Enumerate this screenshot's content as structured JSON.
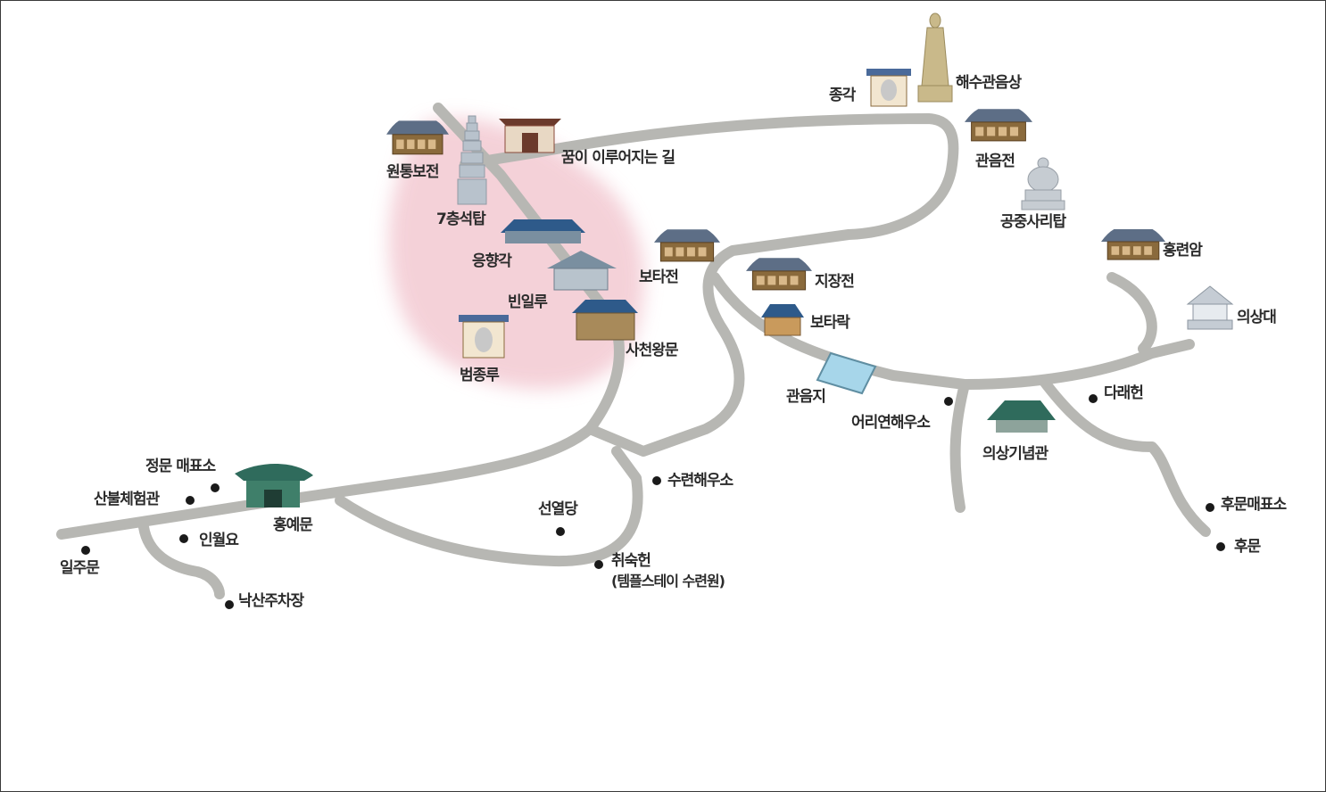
{
  "colors": {
    "road": "#b7b7b3",
    "garden": "#f3c9d2",
    "roof": "#5d6e86",
    "wall": "#8a6a3c",
    "gate_roof": "#2f6b5c",
    "pond": "#9fd3ea"
  },
  "places": {
    "haesu": "해수관음상",
    "jonggak": "종각",
    "wontong": "원통보전",
    "dream_road": "꿈이 이루어지는 길",
    "gwaneumjeon": "관음전",
    "seoktap7": "7층석탑",
    "gongjung": "공중사리탑",
    "eunghyang": "응향각",
    "bota_jeon": "보타전",
    "jijang": "지장전",
    "hongryeon": "홍련암",
    "binil": "빈일루",
    "uisangdae": "의상대",
    "botarak": "보타락",
    "sacheon": "사천왕문",
    "beomjong": "범종루",
    "gwaneumji": "관음지",
    "darae": "다래헌",
    "eori": "어리연해우소",
    "uisang_hall": "의상기념관",
    "jeongmun_ticket": "정문 매표소",
    "suryeon": "수련해우소",
    "sanbul": "산불체험관",
    "hongye": "홍예문",
    "seonyeol": "선열당",
    "humun_ticket": "후문매표소",
    "inwol": "인월요",
    "iljumun": "일주문",
    "hu_mun": "후문",
    "chwisuk": "취숙헌",
    "templestay": "(템플스테이 수련원)",
    "naksan_parking": "낙산주차장"
  }
}
